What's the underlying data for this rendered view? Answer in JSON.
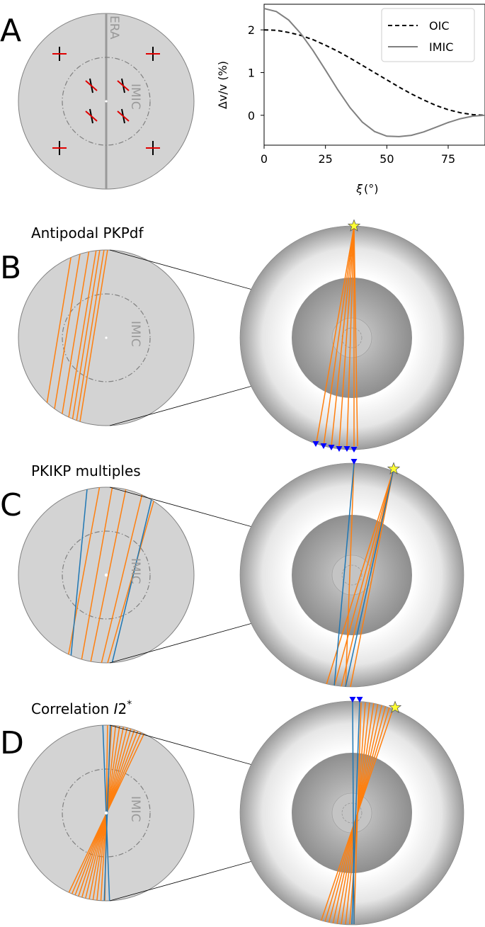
{
  "panels": {
    "A": {
      "letter": "A",
      "disk_labels": {
        "era": "ERA",
        "imic": "IMIC"
      },
      "chart_data": {
        "type": "line",
        "xlabel_symbol": "ξ",
        "xlabel_unit": "(°)",
        "ylabel_text": "Δv/v (%)",
        "x_ticks": [
          0,
          25,
          50,
          75
        ],
        "y_ticks": [
          0,
          1,
          2
        ],
        "xlim": [
          0,
          90
        ],
        "ylim": [
          -0.7,
          2.6
        ],
        "legend_position": "top-right",
        "series": [
          {
            "name": "OIC",
            "style": "dashed",
            "color": "#000000",
            "x": [
              0,
              5,
              10,
              15,
              20,
              25,
              30,
              35,
              40,
              45,
              50,
              55,
              60,
              65,
              70,
              75,
              80,
              85,
              90
            ],
            "y": [
              2.0,
              1.99,
              1.94,
              1.87,
              1.77,
              1.64,
              1.5,
              1.34,
              1.17,
              1.0,
              0.83,
              0.66,
              0.5,
              0.36,
              0.23,
              0.13,
              0.06,
              0.015,
              0.0
            ]
          },
          {
            "name": "IMIC",
            "style": "solid",
            "color": "#808080",
            "x": [
              0,
              5,
              10,
              15,
              20,
              25,
              30,
              35,
              40,
              45,
              50,
              55,
              60,
              65,
              70,
              75,
              80,
              85,
              90
            ],
            "y": [
              2.5,
              2.43,
              2.23,
              1.91,
              1.51,
              1.06,
              0.6,
              0.18,
              -0.16,
              -0.38,
              -0.49,
              -0.5,
              -0.47,
              -0.39,
              -0.28,
              -0.17,
              -0.08,
              -0.02,
              0.0
            ]
          }
        ]
      }
    },
    "B": {
      "letter": "B",
      "title": "Antipodal PKPdf",
      "disk_label": "IMIC"
    },
    "C": {
      "letter": "C",
      "title": "PKIKP multiples",
      "disk_label": "IMIC"
    },
    "D": {
      "letter": "D",
      "title_main": "Correlation ",
      "title_var": "I",
      "title_num": "2",
      "title_sup": "*",
      "disk_label": "IMIC"
    }
  },
  "colors": {
    "disk_fill": "#d3d3d3",
    "disk_stroke": "#808080",
    "cross_black": "#000000",
    "cross_red": "#e00000",
    "ray_orange": "#ff7f0e",
    "ray_blue": "#1f77b4",
    "station_blue": "#0000ff",
    "star_yellow": "#ffff33",
    "mantle_outer": "#9a9a9a",
    "mantle_inner": "#ffffff",
    "core": "#a8a8a8",
    "inner_core": "#c8c8c8"
  }
}
